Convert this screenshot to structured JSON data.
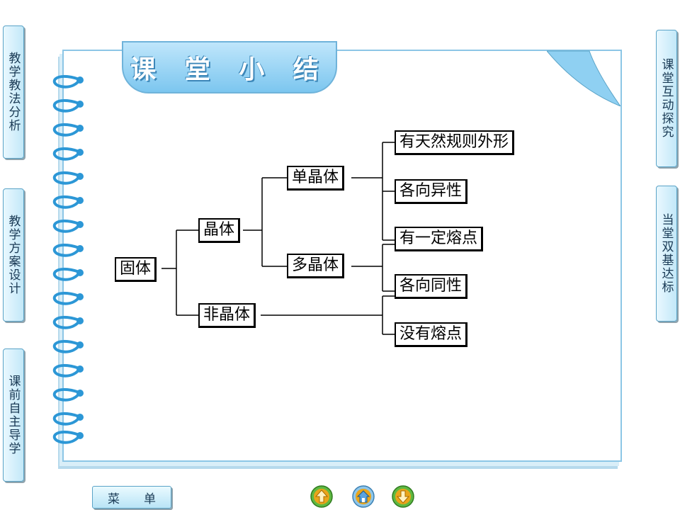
{
  "left_tabs": [
    "教学教法分析",
    "教学方案设计",
    "课前自主导学"
  ],
  "right_tabs": [
    "课堂互动探究",
    "当堂双基达标"
  ],
  "title": "课 堂 小 结",
  "concept_map": {
    "root": "固体",
    "crystal": "晶体",
    "amorphous": "非晶体",
    "single_crystal": "单晶体",
    "polycrystal": "多晶体",
    "prop_shape": "有天然规则外形",
    "prop_aniso": "各向异性",
    "prop_melting": "有一定熔点",
    "prop_iso": "各向同性",
    "prop_no_melting": "没有熔点"
  },
  "bottom_menu_label": "菜单",
  "nav_icons": [
    "up-arrow-icon",
    "home-icon",
    "down-arrow-icon"
  ],
  "colors": {
    "accent": "#7cc6ef",
    "border": "#8cc6e6",
    "tab_bg": "#c3e8f8"
  }
}
